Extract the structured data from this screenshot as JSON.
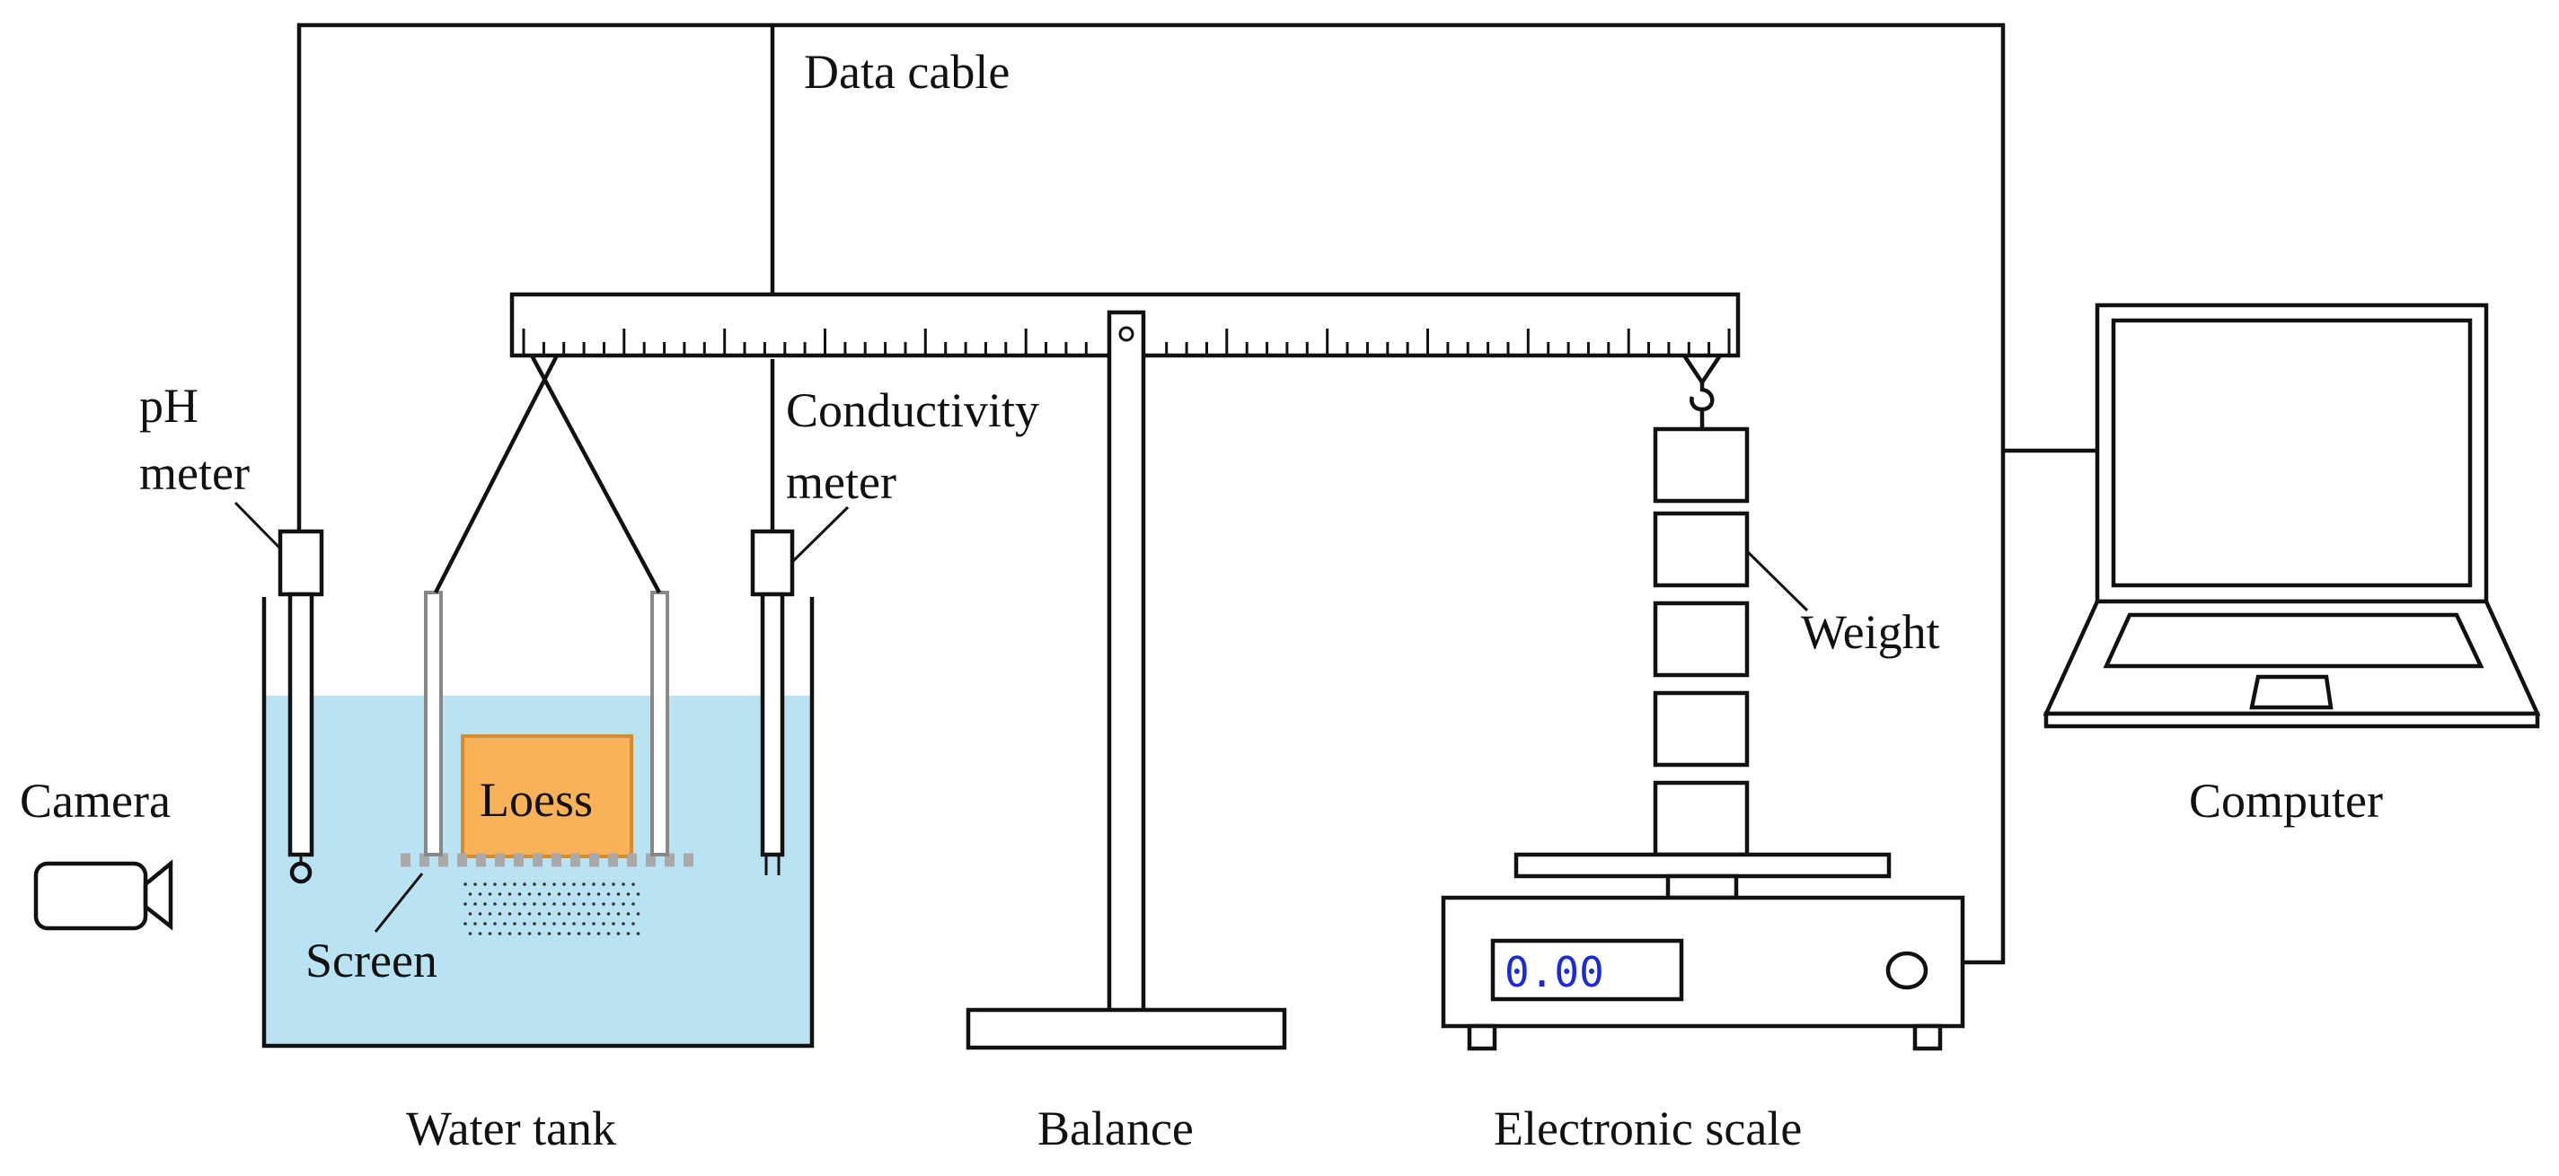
{
  "labels": {
    "data_cable": "Data cable",
    "ph_meter_line1": "pH",
    "ph_meter_line2": "meter",
    "conductivity_line1": "Conductivity",
    "conductivity_line2": "meter",
    "camera": "Camera",
    "loess": "Loess",
    "screen": "Screen",
    "weight": "Weight",
    "computer": "Computer",
    "water_tank": "Water tank",
    "balance": "Balance",
    "electronic_scale": "Electronic scale"
  },
  "scale_display": "0.00",
  "colors": {
    "water": "#b9e3f2",
    "loess": "#f9b257",
    "loess_border": "#d98a2b",
    "screen": "#a9a9a9",
    "rope": "#888888",
    "display_text": "#1c2bd6",
    "stroke": "#111111"
  }
}
